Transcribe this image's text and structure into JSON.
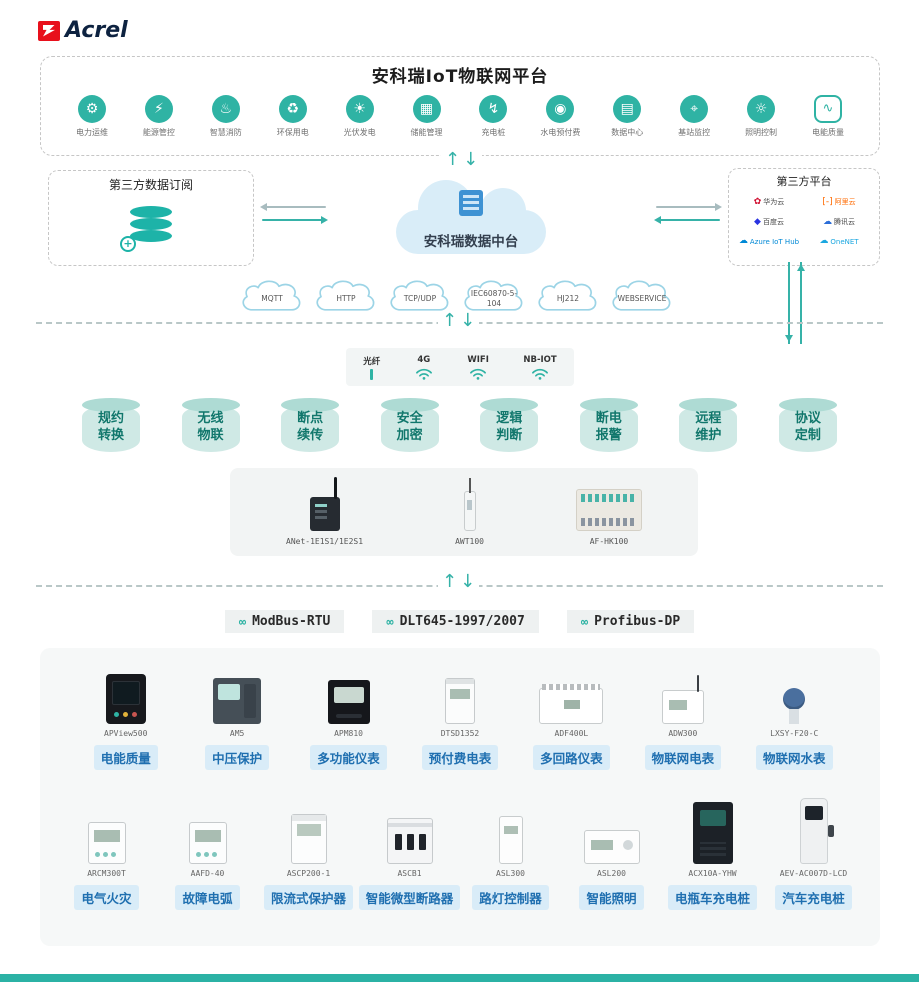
{
  "logo": {
    "brand": "Acrel"
  },
  "icons": {
    "up_arrow": "↑",
    "down_arrow": "↓",
    "link": "∞"
  },
  "platform": {
    "title": "安科瑞IoT物联网平台",
    "apps": [
      {
        "label": "电力运维",
        "icon": "power-ops-icon"
      },
      {
        "label": "能源管控",
        "icon": "energy-control-icon"
      },
      {
        "label": "智慧消防",
        "icon": "smart-fire-icon"
      },
      {
        "label": "环保用电",
        "icon": "eco-power-icon"
      },
      {
        "label": "光伏发电",
        "icon": "solar-icon"
      },
      {
        "label": "储能管理",
        "icon": "energy-storage-icon"
      },
      {
        "label": "充电桩",
        "icon": "charging-pile-icon"
      },
      {
        "label": "水电预付费",
        "icon": "prepaid-utility-icon"
      },
      {
        "label": "数据中心",
        "icon": "data-center-icon"
      },
      {
        "label": "基站监控",
        "icon": "base-station-icon"
      },
      {
        "label": "照明控制",
        "icon": "lighting-control-icon"
      },
      {
        "label": "电能质量",
        "icon": "power-quality-icon",
        "variant": "outline"
      }
    ]
  },
  "integration": {
    "subscription_title": "第三方数据订阅",
    "data_center_label": "安科瑞数据中台",
    "third_party_title": "第三方平台",
    "third_party": [
      {
        "name": "华为云",
        "icon": "huawei-cloud-logo",
        "icon_color": "#cf0a2c",
        "text_color": "#444444"
      },
      {
        "name": "阿里云",
        "icon": "alibaba-cloud-logo",
        "icon_color": "#ff6a00",
        "text_color": "#ff6a00"
      },
      {
        "name": "百度云",
        "icon": "baidu-cloud-logo",
        "icon_color": "#2932e1",
        "text_color": "#444444"
      },
      {
        "name": "腾讯云",
        "icon": "tencent-cloud-logo",
        "icon_color": "#2b6dd8",
        "text_color": "#444444"
      },
      {
        "name": "Azure IoT Hub",
        "icon": "azure-iot-hub-logo",
        "icon_color": "#0089d6",
        "text_color": "#0089d6"
      },
      {
        "name": "OneNET",
        "icon": "onenet-logo",
        "icon_color": "#1ba7e0",
        "text_color": "#1ba7e0"
      }
    ],
    "protocol_clouds": [
      "MQTT",
      "HTTP",
      "TCP/UDP",
      "IEC60870-5-104",
      "HJ212",
      "WEBSERVICE"
    ]
  },
  "network": {
    "items": [
      {
        "label": "光纤",
        "icon": "fiber-icon"
      },
      {
        "label": "4G",
        "icon": "wifi-icon"
      },
      {
        "label": "WIFI",
        "icon": "wifi-icon"
      },
      {
        "label": "NB-IOT",
        "icon": "wifi-icon"
      }
    ]
  },
  "gateway": {
    "features": [
      "规约转换",
      "无线物联",
      "断点续传",
      "安全加密",
      "逻辑判断",
      "断电报警",
      "远程维护",
      "协议定制"
    ],
    "devices": [
      {
        "model": "ANet-1E1S1/1E2S1",
        "icon": "smart-gateway-device"
      },
      {
        "model": "AWT100",
        "icon": "wireless-terminal-device"
      },
      {
        "model": "AF-HK100",
        "icon": "protocol-converter-device"
      }
    ]
  },
  "bus_protocols": [
    "ModBus-RTU",
    "DLT645-1997/2007",
    "Profibus-DP"
  ],
  "devices": {
    "row1": [
      {
        "model": "APView500",
        "label": "电能质量",
        "icon": "power-quality-analyzer"
      },
      {
        "model": "AM5",
        "label": "中压保护",
        "icon": "protection-relay"
      },
      {
        "model": "APM810",
        "label": "多功能仪表",
        "icon": "multifunction-meter"
      },
      {
        "model": "DTSD1352",
        "label": "预付费电表",
        "icon": "prepaid-meter"
      },
      {
        "model": "ADF400L",
        "label": "多回路仪表",
        "icon": "multi-circuit-meter"
      },
      {
        "model": "ADW300",
        "label": "物联网电表",
        "icon": "iot-meter"
      },
      {
        "model": "LXSY-F20-C",
        "label": "物联网水表",
        "icon": "iot-water-meter"
      }
    ],
    "row2": [
      {
        "model": "ARCM300T",
        "label": "电气火灾",
        "icon": "electrical-fire-monitor"
      },
      {
        "model": "AAFD-40",
        "label": "故障电弧",
        "icon": "arc-fault-detector"
      },
      {
        "model": "ASCP200-1",
        "label": "限流式保护器",
        "icon": "current-limiting-protector"
      },
      {
        "model": "ASCB1",
        "label": "智能微型断路器",
        "icon": "smart-breaker"
      },
      {
        "model": "ASL300",
        "label": "路灯控制器",
        "icon": "street-light-controller"
      },
      {
        "model": "ASL200",
        "label": "智能照明",
        "icon": "smart-lighting-module"
      },
      {
        "model": "ACX10A-YHW",
        "label": "电瓶车充电桩",
        "icon": "ebike-charging-pile"
      },
      {
        "model": "AEV-AC007D-LCD",
        "label": "汽车充电桩",
        "icon": "ev-charging-pile"
      }
    ]
  },
  "colors": {
    "accent_teal": "#2fb3a4",
    "chip_bg": "#d9ecf8",
    "chip_text": "#1f6fb0",
    "footer": "#2bb2a5"
  }
}
